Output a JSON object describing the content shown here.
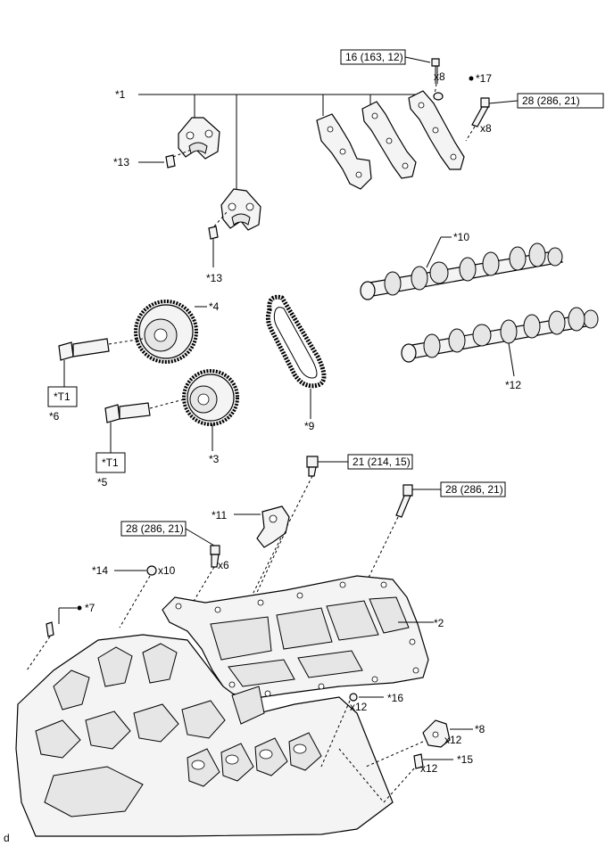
{
  "callouts": {
    "c1": "*1",
    "c2": "*2",
    "c3": "*3",
    "c4": "*4",
    "c5": "*5",
    "c6": "*6",
    "c7": "*7",
    "c8": "*8",
    "c9": "*9",
    "c10": "*10",
    "c11": "*11",
    "c12": "*12",
    "c13a": "*13",
    "c13b": "*13",
    "c14": "*14",
    "c15": "*15",
    "c16": "*16",
    "c17": "*17"
  },
  "torques": {
    "t_top": "16 (163, 12)",
    "t_right_top": "28 (286, 21)",
    "t_mid": "21 (214, 15)",
    "t_right_mid": "28 (286, 21)",
    "t_left": "28 (286, 21)"
  },
  "quantities": {
    "q_top_bolt": "x8",
    "q_right_bolt": "x8",
    "q_left_bolt": "x6",
    "q_14": "x10",
    "q_16": "x12",
    "q_8": "x12",
    "q_15": "x12"
  },
  "tools": {
    "tool_6": "*T1",
    "tool_5": "*T1"
  },
  "corner_mark": "d"
}
